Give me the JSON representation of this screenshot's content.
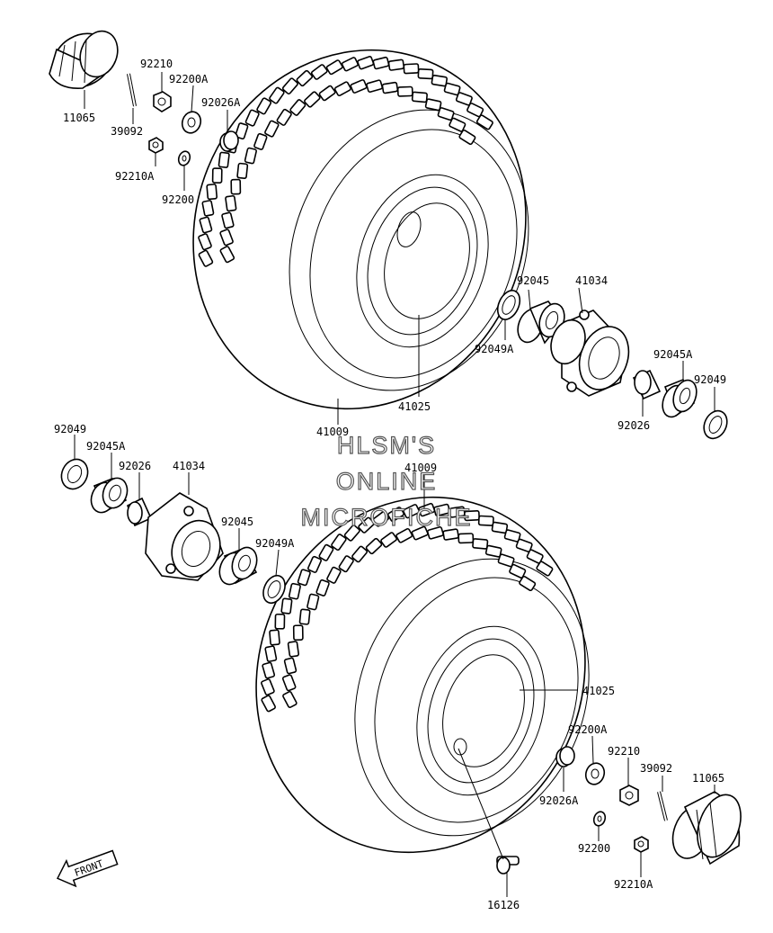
{
  "watermark": {
    "line1": "HLSM'S",
    "line2": "ONLINE",
    "line3": "MICROFICHE"
  },
  "front_arrow": {
    "label": "FRONT",
    "icon": "front-arrow-icon"
  },
  "upper_assembly": {
    "tire": "41009",
    "wheel": "41025",
    "hub": "41034",
    "cap": "11065",
    "cotter_pin": "39092",
    "nut": "92210",
    "nut_a": "92210A",
    "washer": "92200",
    "washer_a": "92200A",
    "collar_a": "92026A",
    "collar": "92026",
    "bearing": "92045",
    "bearing_a": "92045A",
    "seal": "92049",
    "seal_a": "92049A"
  },
  "lower_assembly": {
    "tire": "41009",
    "wheel": "41025",
    "hub": "41034",
    "cap": "11065",
    "cotter_pin": "39092",
    "nut": "92210",
    "nut_a": "92210A",
    "washer": "92200",
    "washer_a": "92200A",
    "collar_a": "92026A",
    "collar": "92026",
    "bearing": "92045",
    "bearing_a": "92045A",
    "seal": "92049",
    "seal_a": "92049A",
    "valve": "16126"
  },
  "colors": {
    "line": "#000000",
    "background": "#ffffff",
    "watermark_outline": "#555555"
  }
}
